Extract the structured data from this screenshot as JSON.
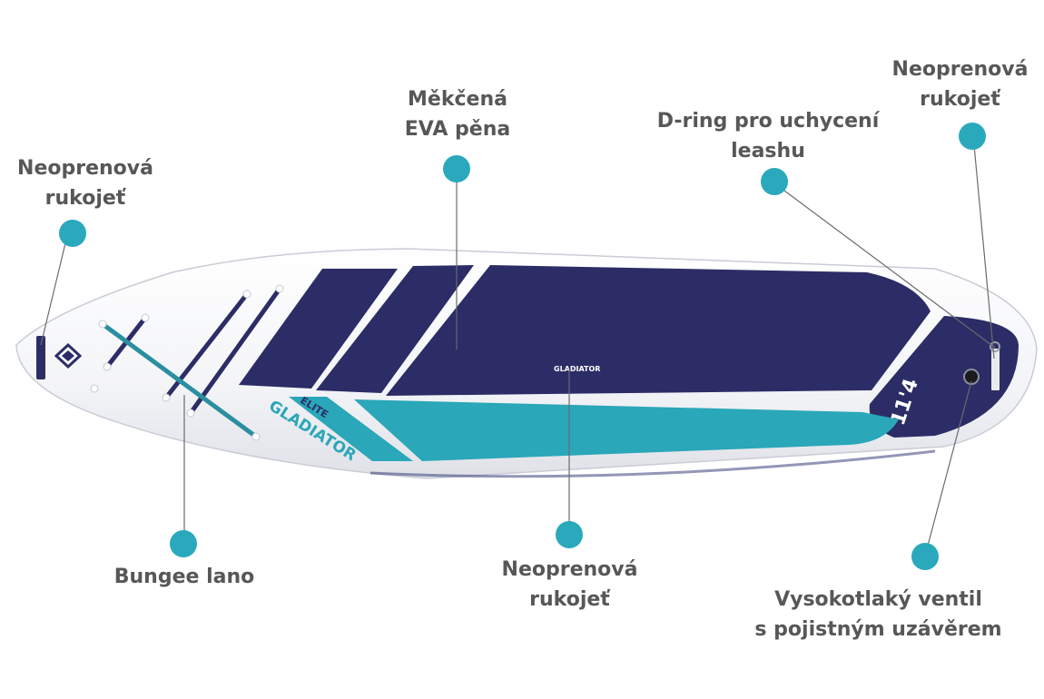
{
  "callouts": [
    {
      "id": "handle-tail",
      "lines": [
        "Neoprenová",
        "rukojeť"
      ]
    },
    {
      "id": "eva",
      "lines": [
        "Měkčená",
        "EVA pěna"
      ]
    },
    {
      "id": "dring",
      "lines": [
        "D-ring pro uchycení",
        "leashu"
      ]
    },
    {
      "id": "handle-nose",
      "lines": [
        "Neoprenová",
        "rukojeť"
      ]
    },
    {
      "id": "bungee",
      "lines": [
        "Bungee lano"
      ]
    },
    {
      "id": "handle-center",
      "lines": [
        "Neoprenová",
        "rukojeť"
      ]
    },
    {
      "id": "valve",
      "lines": [
        "Vysokotlaký ventil",
        "s pojistným uzávěrem"
      ]
    }
  ],
  "board": {
    "brand": "GLADIATOR",
    "model": "ELITE",
    "size": "11'4",
    "handle_text": "GLADIATOR"
  },
  "colors": {
    "navy": "#2c2d66",
    "teal": "#2aa7b8",
    "marker": "#2aa9bc",
    "label": "#575757",
    "board": "#f4f5f8"
  }
}
